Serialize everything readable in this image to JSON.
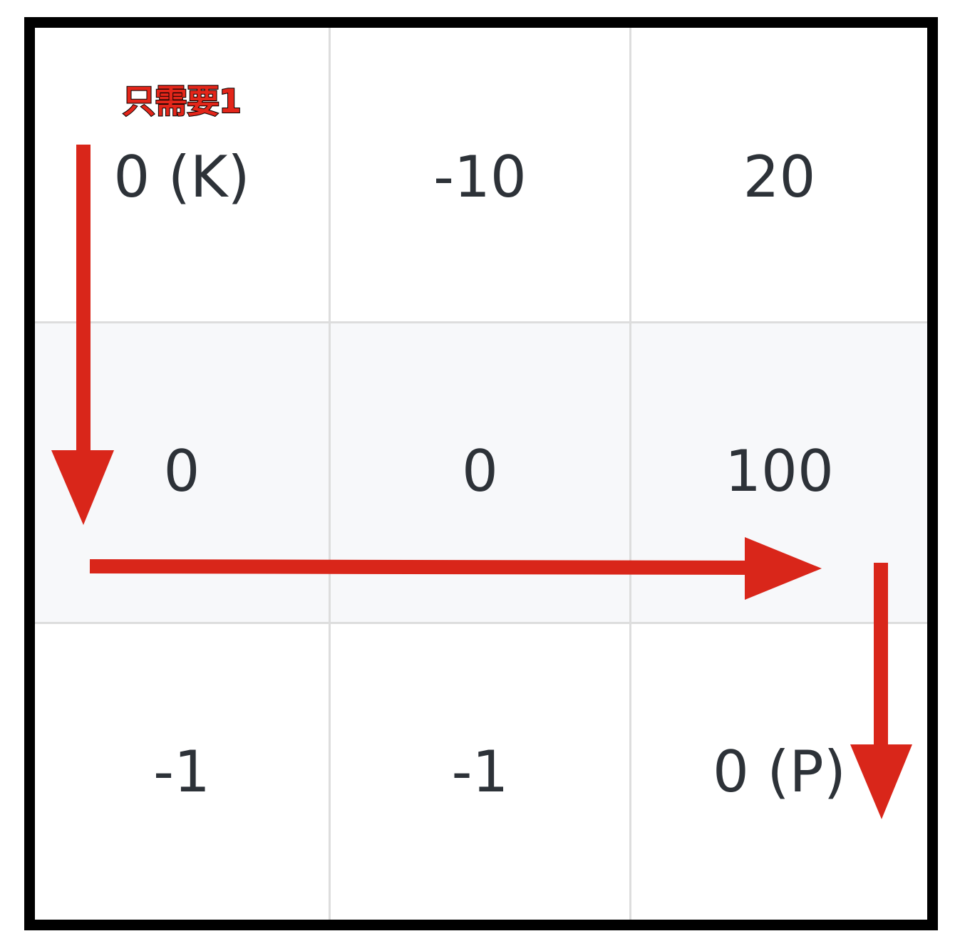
{
  "grid": {
    "rows": [
      [
        "0 (K)",
        "-10",
        "20"
      ],
      [
        "0",
        "0",
        "100"
      ],
      [
        "-1",
        "-1",
        "0 (P)"
      ]
    ]
  },
  "annotation": {
    "text": "只需要1"
  },
  "colors": {
    "arrow": "#d9261a",
    "grid_line": "#dddddd",
    "frame": "#000000",
    "middle_row_bg": "#f7f8fa",
    "cell_text": "#2d3238"
  }
}
